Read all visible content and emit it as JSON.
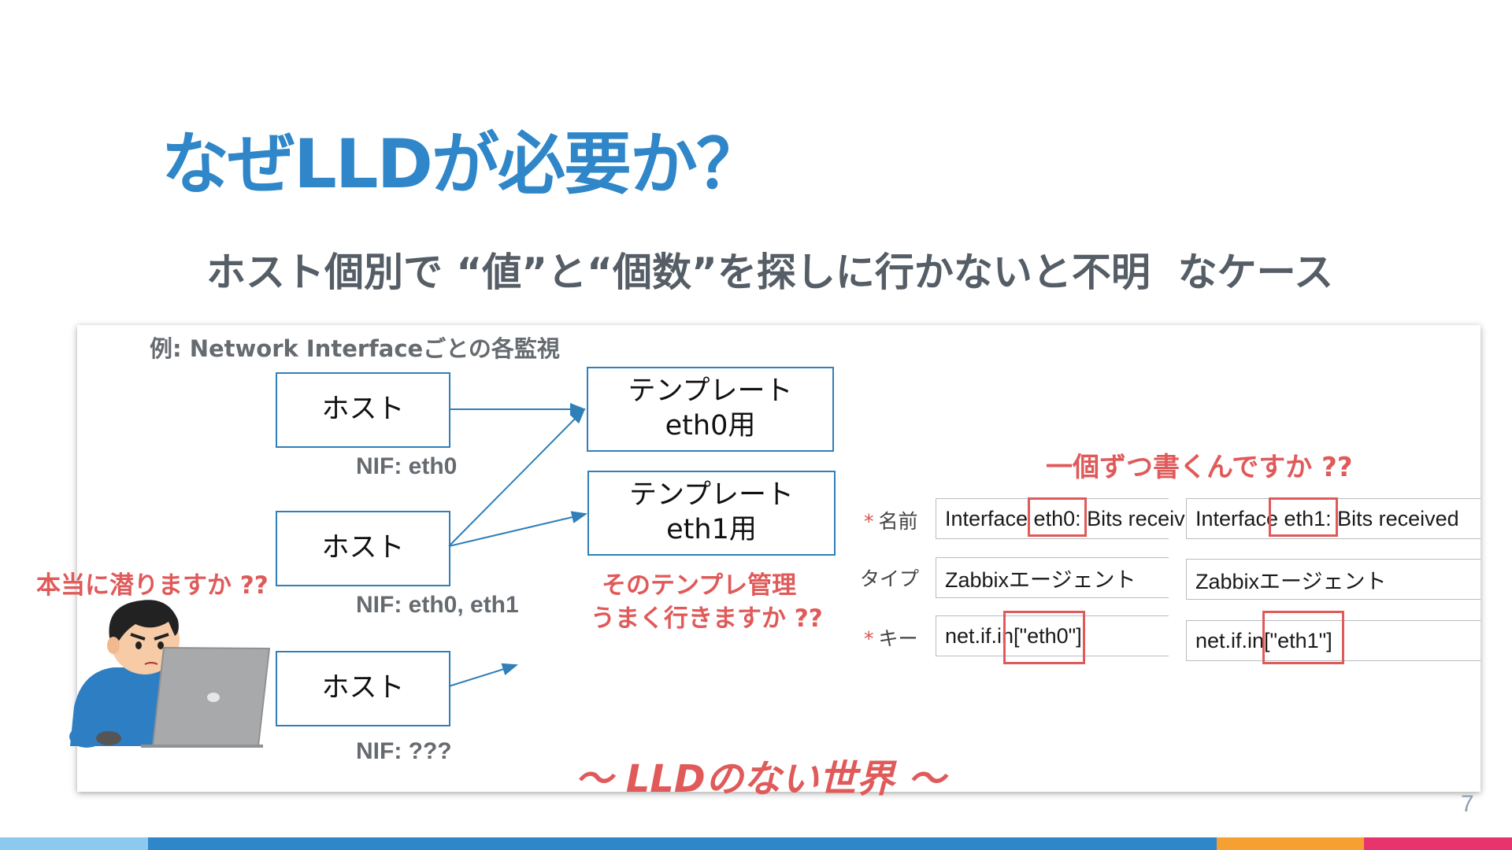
{
  "title": "なぜLLDが必要か？",
  "subtitle": "ホスト個別で “値”と“個数”を探しに行かないと不明  なケース",
  "example_label": "例: Network Interfaceごとの各監視",
  "hosts": [
    {
      "label": "ホスト",
      "nif": "NIF: eth0"
    },
    {
      "label": "ホスト",
      "nif": "NIF: eth0, eth1"
    },
    {
      "label": "ホスト",
      "nif": "NIF: ???"
    }
  ],
  "templates": [
    {
      "line1": "テンプレート",
      "line2": "eth0用"
    },
    {
      "line1": "テンプレート",
      "line2": "eth1用"
    }
  ],
  "comments": {
    "dive": "本当に潜りますか ??",
    "template_mgmt_1": "そのテンプレ管理",
    "template_mgmt_2": "うまく行きますか ??",
    "write_each": "一個ずつ書くんですか ??",
    "world": "～ LLDのない世界 ～"
  },
  "form": {
    "name_label": "名前",
    "type_label": "タイプ",
    "key_label": "キー",
    "required_mark": "*",
    "col1": {
      "name": "Interface eth0: Bits receiv",
      "type": "Zabbixエージェント",
      "key": "net.if.in[\"eth0\"]"
    },
    "col2": {
      "name": "Interface eth1: Bits received",
      "type": "Zabbixエージェント",
      "key": "net.if.in[\"eth1\"]"
    }
  },
  "page_number": "7",
  "colors": {
    "title": "#2f86c8",
    "box_border": "#2f7fb8",
    "highlight": "#e05a5a",
    "bar": [
      "#8dc8ee",
      "#2f86c8",
      "#f5a030",
      "#e8336d"
    ]
  },
  "illustration": "person-at-laptop-icon"
}
